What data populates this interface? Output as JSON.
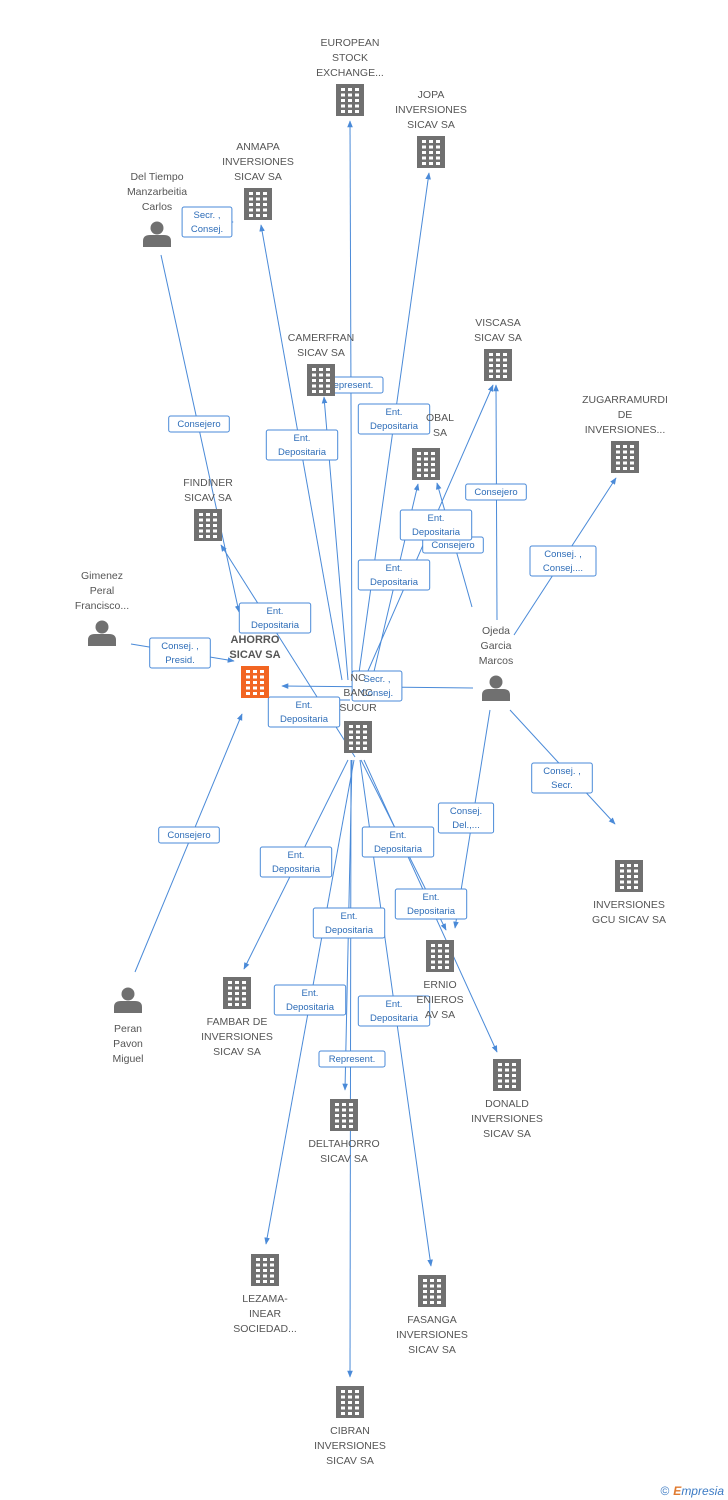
{
  "colors": {
    "edge": "#4a8ad8",
    "company": "#707070",
    "main_company": "#f26522",
    "person": "#707070"
  },
  "nodes": {
    "european": {
      "type": "company",
      "lines": [
        "EUROPEAN",
        "STOCK",
        "EXCHANGE..."
      ]
    },
    "jopa": {
      "type": "company",
      "lines": [
        "JOPA",
        "INVERSIONES",
        "SICAV SA"
      ]
    },
    "anmapa": {
      "type": "company",
      "lines": [
        "ANMAPA",
        "INVERSIONES",
        "SICAV SA"
      ]
    },
    "deltiempo": {
      "type": "person",
      "lines": [
        "Del Tiempo",
        "Manzarbeitia",
        "Carlos"
      ]
    },
    "camerfran": {
      "type": "company",
      "lines": [
        "CAMERFRAN",
        "SICAV SA"
      ]
    },
    "viscasa": {
      "type": "company",
      "lines": [
        "VISCASA",
        "SICAV SA"
      ]
    },
    "zugarramurdi": {
      "type": "company",
      "lines": [
        "ZUGARRAMURDI",
        "DE",
        "INVERSIONES..."
      ]
    },
    "cobal": {
      "type": "company",
      "lines": [
        "OBAL",
        "SA"
      ]
    },
    "findiner": {
      "type": "company",
      "lines": [
        "FINDINER",
        "SICAV SA"
      ]
    },
    "gimenez": {
      "type": "person",
      "lines": [
        "Gimenez",
        "Peral",
        "Francisco..."
      ]
    },
    "ahorro": {
      "type": "main",
      "lines": [
        "AHORRO",
        "SICAV SA"
      ]
    },
    "ojeda": {
      "type": "person",
      "lines": [
        "Ojeda",
        "Garcia",
        "Marcos"
      ]
    },
    "banco": {
      "type": "company",
      "lines": [
        "NC",
        "BANC",
        "SUCUR"
      ]
    },
    "gcu": {
      "type": "company",
      "lines": [
        "INVERSIONES",
        "GCU SICAV SA"
      ]
    },
    "ernio": {
      "type": "company",
      "lines": [
        "ERNIO",
        "ENIEROS",
        "AV SA"
      ]
    },
    "peran": {
      "type": "person",
      "lines": [
        "Peran",
        "Pavon",
        "Miguel"
      ]
    },
    "fambar": {
      "type": "company",
      "lines": [
        "FAMBAR DE",
        "INVERSIONES",
        "SICAV SA"
      ]
    },
    "donald": {
      "type": "company",
      "lines": [
        "DONALD",
        "INVERSIONES",
        "SICAV SA"
      ]
    },
    "deltahorro": {
      "type": "company",
      "lines": [
        "DELTAHORRO",
        "SICAV SA"
      ]
    },
    "lezama": {
      "type": "company",
      "lines": [
        "LEZAMA-",
        "INEAR",
        "SOCIEDAD..."
      ]
    },
    "fasanga": {
      "type": "company",
      "lines": [
        "FASANGA",
        "INVERSIONES",
        "SICAV SA"
      ]
    },
    "cibran": {
      "type": "company",
      "lines": [
        "CIBRAN",
        "INVERSIONES",
        "SICAV SA"
      ]
    }
  },
  "edges": [
    {
      "from": "deltiempo",
      "to": "ahorro",
      "labels": [
        "Consejero"
      ]
    },
    {
      "from": "gimenez",
      "to": "ahorro",
      "labels": [
        "Consej. ,",
        "Presid."
      ]
    },
    {
      "from": "peran",
      "to": "ahorro",
      "labels": [
        "Consejero"
      ]
    },
    {
      "from": "ojeda",
      "to": "ahorro",
      "labels": [
        "Secr. ,",
        "Consej."
      ]
    },
    {
      "from": "ojeda",
      "to": "viscasa",
      "labels": [
        "Consejero"
      ]
    },
    {
      "from": "ojeda",
      "to": "cobal",
      "labels": [
        "Consejero"
      ]
    },
    {
      "from": "ojeda",
      "to": "zugarramurdi",
      "labels": [
        "Consej. ,",
        "Consej...."
      ]
    },
    {
      "from": "ojeda",
      "to": "gcu",
      "labels": [
        "Consej. ,",
        "Secr."
      ]
    },
    {
      "from": "ojeda",
      "to": "ernio",
      "labels": [
        "Consej.",
        "Del.,..."
      ]
    },
    {
      "from": "deltiempo",
      "to": "anmapa",
      "labels": [
        "Secr. ,",
        "Consej."
      ]
    },
    {
      "from": "banco",
      "to": "european",
      "labels": []
    },
    {
      "from": "banco",
      "to": "jopa",
      "labels": [
        "Ent.",
        "Depositaria"
      ]
    },
    {
      "from": "banco",
      "to": "anmapa",
      "labels": [
        "Ent.",
        "Depositaria"
      ]
    },
    {
      "from": "banco",
      "to": "camerfran",
      "labels": [
        "Represent."
      ]
    },
    {
      "from": "banco",
      "to": "viscasa",
      "labels": [
        "Ent.",
        "Depositaria"
      ]
    },
    {
      "from": "banco",
      "to": "cobal",
      "labels": [
        "Ent.",
        "Depositaria"
      ]
    },
    {
      "from": "banco",
      "to": "findiner",
      "labels": [
        "Ent.",
        "Depositaria"
      ]
    },
    {
      "from": "banco",
      "to": "ahorro",
      "labels": [
        "Ent.",
        "Depositaria"
      ]
    },
    {
      "from": "banco",
      "to": "fambar",
      "labels": [
        "Ent.",
        "Depositaria"
      ]
    },
    {
      "from": "banco",
      "to": "ernio",
      "labels": [
        "Ent.",
        "Depositaria"
      ]
    },
    {
      "from": "banco",
      "to": "donald",
      "labels": [
        "Ent.",
        "Depositaria"
      ]
    },
    {
      "from": "banco",
      "to": "deltahorro",
      "labels": [
        "Represent."
      ]
    },
    {
      "from": "banco",
      "to": "lezama",
      "labels": [
        "Ent.",
        "Depositaria"
      ]
    },
    {
      "from": "banco",
      "to": "fasanga",
      "labels": [
        "Ent.",
        "Depositaria"
      ]
    },
    {
      "from": "banco",
      "to": "cibran",
      "labels": [
        "Ent.",
        "Depositaria"
      ]
    }
  ],
  "footer": {
    "copyright": "©",
    "brand_e": "E",
    "brand_rest": "mpresia"
  }
}
